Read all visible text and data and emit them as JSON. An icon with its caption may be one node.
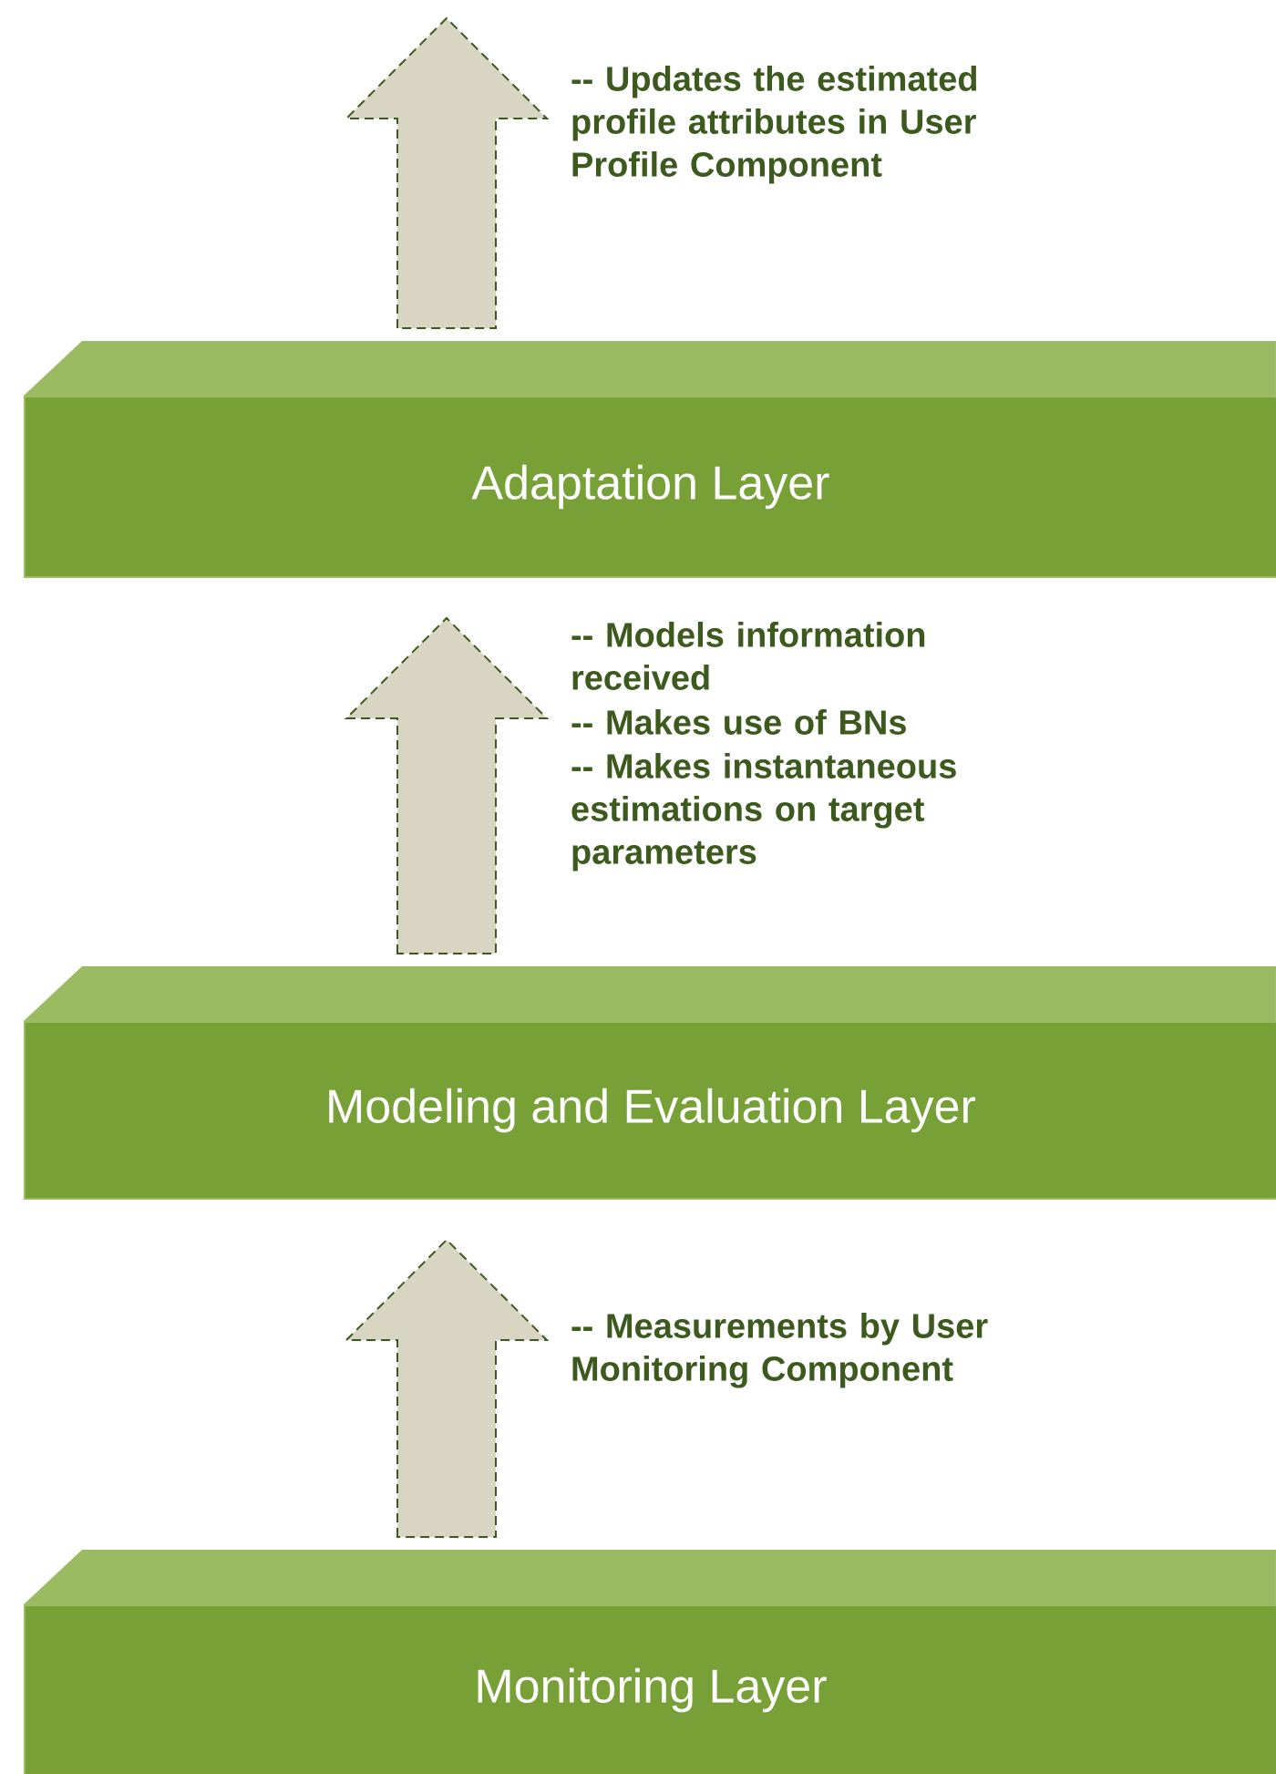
{
  "diagram": {
    "nodes": [
      {
        "text": [
          "Adaptation Layer"
        ]
      },
      {
        "text": [
          "Modeling and Evaluation Layer"
        ]
      },
      {
        "text": [
          "Monitoring Layer"
        ]
      }
    ],
    "edges": [
      {
        "from": 0,
        "to": null,
        "arrow": "to"
      },
      {
        "from": 1,
        "to": 0,
        "arrow": "to"
      },
      {
        "from": 2,
        "to": 1,
        "arrow": "to"
      }
    ],
    "labels": [
      "-- Updates the estimated profile attributes in User Profile Component",
      "-- Models information received",
      "-- Makes use of BNs",
      "-- Makes instantaneous estimations on target parameters",
      "-- Measurements by User Monitoring Component"
    ]
  }
}
